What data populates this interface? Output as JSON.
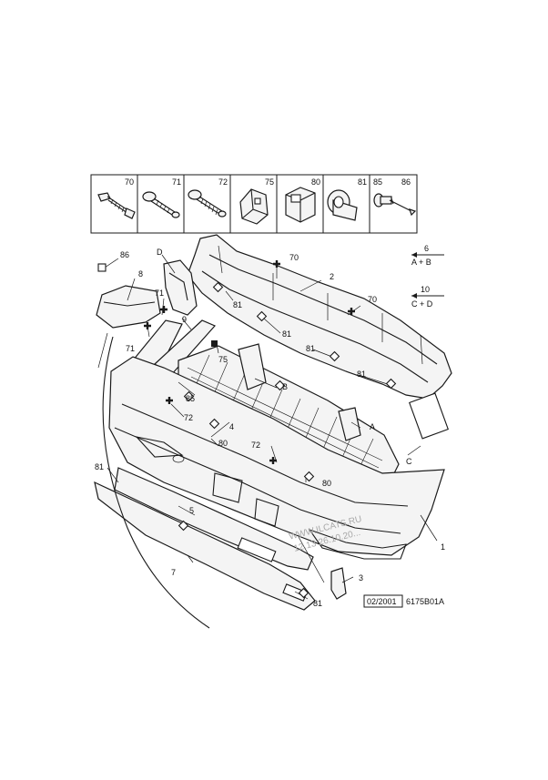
{
  "legend": {
    "fasteners": [
      "70",
      "71",
      "72",
      "75",
      "80",
      "81",
      "85",
      "86"
    ]
  },
  "ratio_keys": [
    {
      "number": "6",
      "formula": "A + B"
    },
    {
      "number": "10",
      "formula": "C + D"
    }
  ],
  "callouts": {
    "c86": "86",
    "c8": "8",
    "cD": "D",
    "c71a": "71",
    "c71b": "71",
    "c9": "9",
    "c70a": "70",
    "c70b": "70",
    "c2": "2",
    "c81a": "81",
    "c81b": "81",
    "c81c": "81",
    "c81d": "81",
    "c81e": "81",
    "c81f": "81",
    "c75": "75",
    "cB": "B",
    "c85": "85",
    "c72a": "72",
    "c72b": "72",
    "c4": "4",
    "c80a": "80",
    "c80b": "80",
    "cA": "A",
    "cC": "C",
    "c5": "5",
    "c7": "7",
    "c1": "1",
    "c3": "3"
  },
  "watermark": {
    "line1": "WWW.ILCATS.RU",
    "line2": "12.13 26.10.20..."
  },
  "footer": {
    "date": "02/2001",
    "code": "6175B01A"
  }
}
